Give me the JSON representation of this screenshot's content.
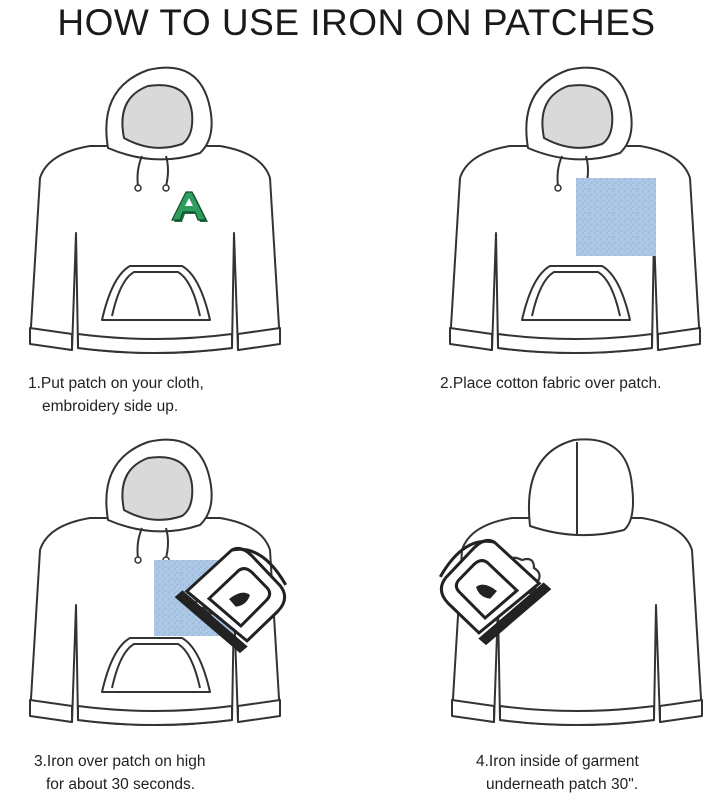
{
  "title": "HOW TO USE IRON ON PATCHES",
  "patch_letter": "A",
  "colors": {
    "outline": "#333333",
    "hood_inside": "#d9d9d9",
    "fabric": "#a9c4e0",
    "patch": "#2e9e5e"
  },
  "steps": [
    {
      "line1": "1.Put patch on your cloth,",
      "line2": "embroidery side up."
    },
    {
      "line1": "2.Place cotton fabric over patch.",
      "line2": ""
    },
    {
      "line1": "3.Iron over patch on high",
      "line2": "for about 30 seconds."
    },
    {
      "line1": "4.Iron inside of garment",
      "line2": "underneath patch 30\"."
    }
  ]
}
